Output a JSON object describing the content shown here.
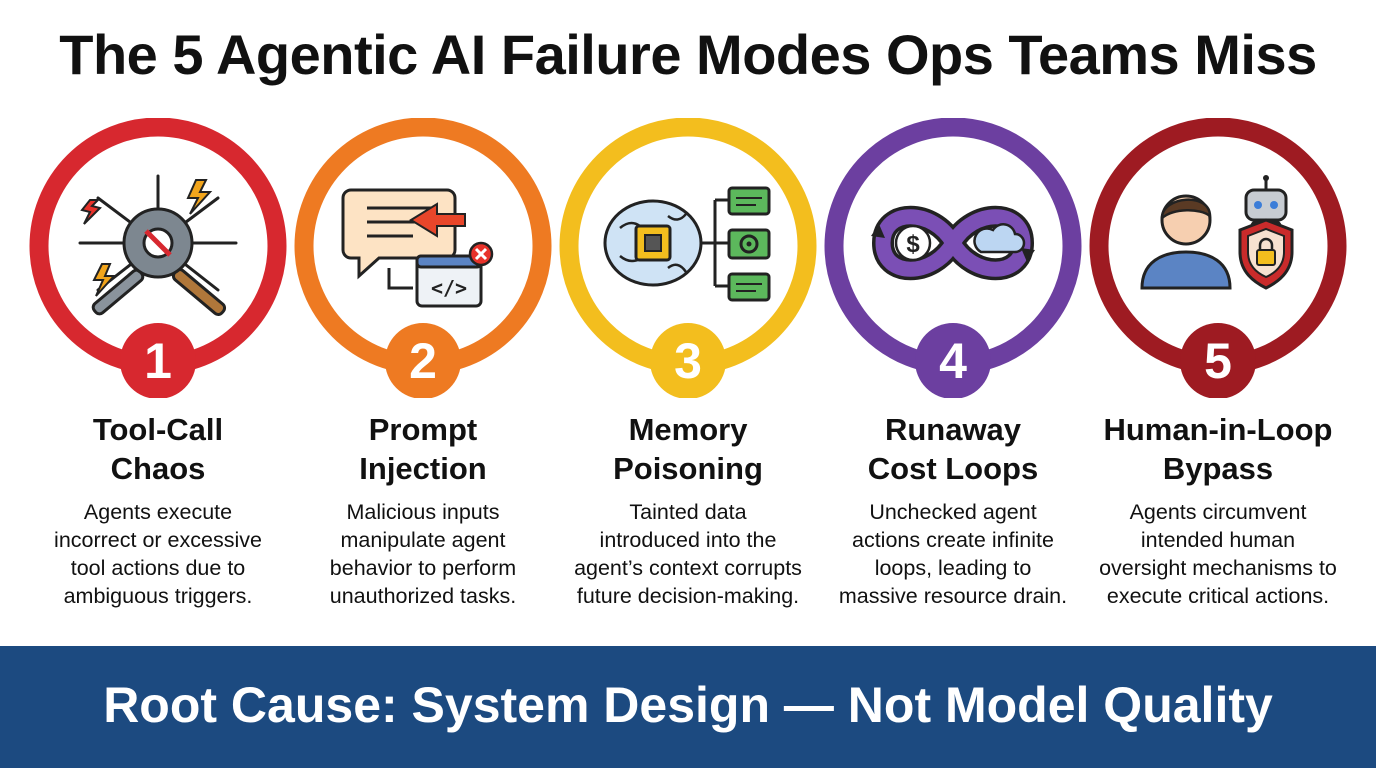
{
  "title": "The 5 Agentic AI Failure Modes Ops Teams Miss",
  "cards": [
    {
      "number": "1",
      "title_line1": "Tool-Call",
      "title_line2": "Chaos",
      "desc_lines": [
        "Agents execute",
        "incorrect or excessive",
        "tool actions due to",
        "ambiguous triggers."
      ],
      "color": "#d7282f",
      "icon": "tools-gear-icon"
    },
    {
      "number": "2",
      "title_line1": "Prompt",
      "title_line2": "Injection",
      "desc_lines": [
        "Malicious inputs",
        "manipulate agent",
        "behavior to perform",
        "unauthorized tasks."
      ],
      "color": "#ee7a22",
      "icon": "chat-code-injection-icon"
    },
    {
      "number": "3",
      "title_line1": "Memory",
      "title_line2": "Poisoning",
      "desc_lines": [
        "Tainted data",
        "introduced into the",
        "agent’s context corrupts",
        "future decision-making."
      ],
      "color": "#f3be1e",
      "icon": "brain-chip-biohazard-icon"
    },
    {
      "number": "4",
      "title_line1": "Runaway",
      "title_line2": "Cost Loops",
      "desc_lines": [
        "Unchecked agent",
        "actions create infinite",
        "loops, leading to",
        "massive resource drain."
      ],
      "color": "#6c3fa0",
      "icon": "infinity-dollar-cloud-icon"
    },
    {
      "number": "5",
      "title_line1": "Human-in-Loop",
      "title_line2": "Bypass",
      "desc_lines": [
        "Agents circumvent",
        "intended human",
        "oversight mechanisms to",
        "execute critical actions."
      ],
      "color": "#9e1b22",
      "icon": "human-robot-shield-icon"
    }
  ],
  "footer": "Root Cause: System Design — Not Model Quality"
}
